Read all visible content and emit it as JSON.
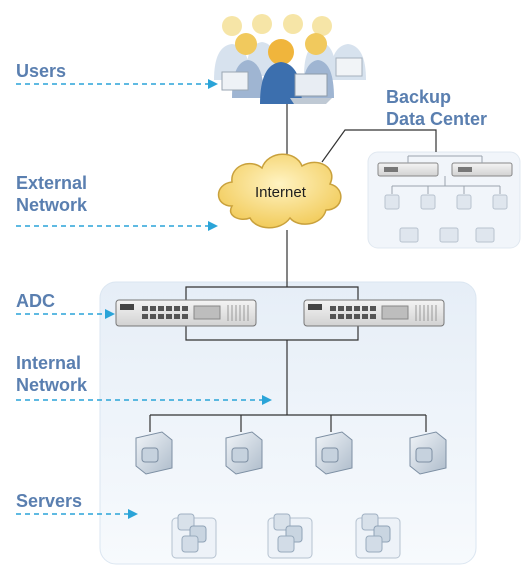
{
  "labels": {
    "users": "Users",
    "external_network": "External\nNetwork",
    "adc": "ADC",
    "internal_network": "Internal\nNetwork",
    "servers": "Servers",
    "backup_data_center": "Backup\nData Center",
    "internet": "Internet"
  },
  "colors": {
    "label": "#5a7fb0",
    "arrow": "#2aa4d8",
    "cloud_fill": "#f7d774",
    "cloud_stroke": "#c9a13c",
    "panel": "#eaf2f9",
    "line": "#333333"
  },
  "icons": {
    "users": "users-group-icon",
    "cloud": "internet-cloud-icon",
    "appliance": "adc-appliance-icon",
    "server": "server-icon",
    "storage": "storage-icon"
  }
}
